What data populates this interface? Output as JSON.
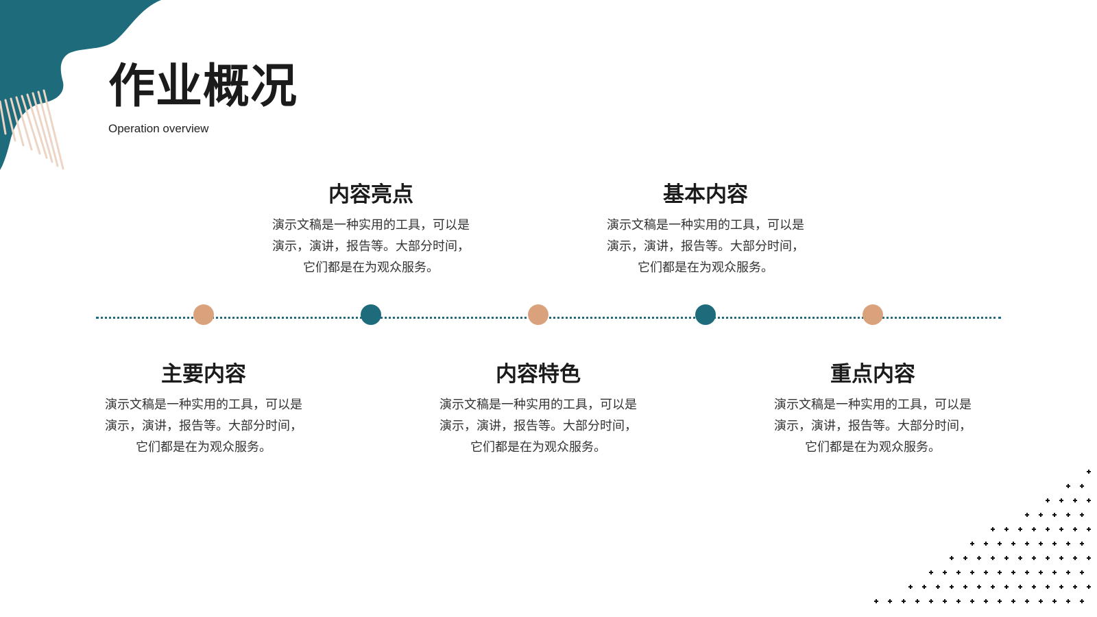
{
  "title": "作业概况",
  "subtitle": "Operation overview",
  "colors": {
    "teal": "#1e6b7b",
    "tan": "#d9a27d",
    "stripe": "#edd5c6",
    "text": "#1b1b1b"
  },
  "items": [
    {
      "heading": "主要内容",
      "body": "演示文稿是一种实用的工具，可以是演示，演讲，报告等。大部分时间，它们都是在为观众服务。",
      "position": "below",
      "dot": "tan"
    },
    {
      "heading": "内容亮点",
      "body": "演示文稿是一种实用的工具，可以是演示，演讲，报告等。大部分时间，它们都是在为观众服务。",
      "position": "above",
      "dot": "teal"
    },
    {
      "heading": "内容特色",
      "body": "演示文稿是一种实用的工具，可以是演示，演讲，报告等。大部分时间，它们都是在为观众服务。",
      "position": "below",
      "dot": "tan"
    },
    {
      "heading": "基本内容",
      "body": "演示文稿是一种实用的工具，可以是演示，演讲，报告等。大部分时间，它们都是在为观众服务。",
      "position": "above",
      "dot": "teal"
    },
    {
      "heading": "重点内容",
      "body": "演示文稿是一种实用的工具，可以是演示，演讲，报告等。大部分时间，它们都是在为观众服务。",
      "position": "below",
      "dot": "tan"
    }
  ]
}
